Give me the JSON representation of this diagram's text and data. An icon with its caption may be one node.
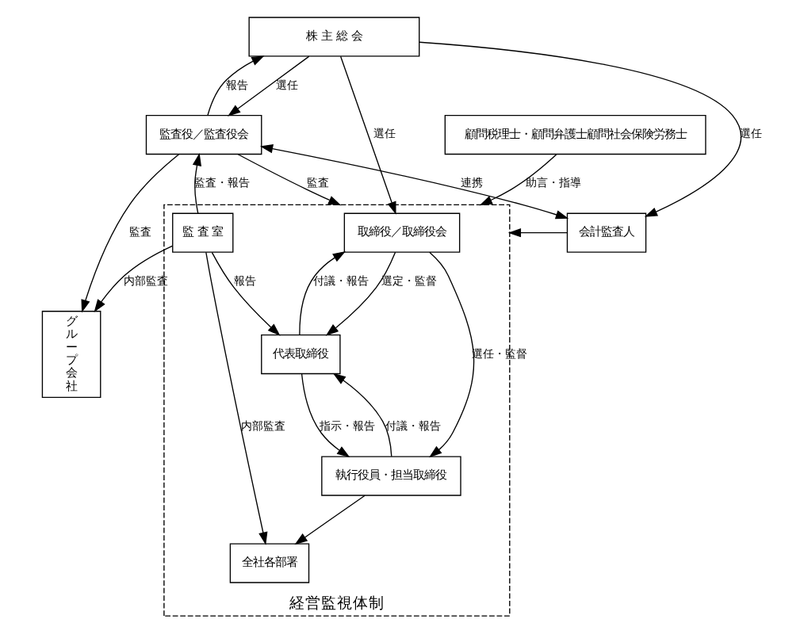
{
  "diagram": {
    "nodes": [
      {
        "text": [
          "株 主 総 会"
        ]
      },
      {
        "text": [
          "グループ会社"
        ]
      },
      {
        "text": [
          "監査役／監査役会"
        ]
      },
      {
        "text": [
          "会計監査人"
        ]
      },
      {
        "text": [
          "顧問税理士・顧問弁護士顧問社会保険労務士"
        ]
      },
      {
        "text": [
          "経営監視体制"
        ]
      },
      {
        "text": [
          "取締役／取締役会"
        ],
        "in": 5
      },
      {
        "text": [
          "代表取締役"
        ],
        "in": 5
      },
      {
        "text": [
          "監 査 室"
        ],
        "in": 5
      },
      {
        "text": [
          "全社各部署"
        ],
        "in": 5
      },
      {
        "text": [
          "執行役員・担当取締役"
        ],
        "in": 5
      }
    ],
    "edges": [
      {
        "from": 0,
        "to": 2,
        "arrow": "to",
        "label": "選任"
      },
      {
        "from": 0,
        "to": 3,
        "arrow": "to",
        "label": "選任"
      },
      {
        "from": 2,
        "to": 0,
        "arrow": "to",
        "label": "報告"
      },
      {
        "from": 0,
        "to": 6,
        "arrow": "to",
        "label": "選任"
      },
      {
        "from": 2,
        "to": 1,
        "arrow": "to",
        "label": "監査"
      },
      {
        "from": 2,
        "to": 5,
        "arrow": "to",
        "label": "監査"
      },
      {
        "from": 2,
        "to": 3,
        "arrow": "both",
        "label": "連携"
      },
      {
        "from": 3,
        "to": 5,
        "arrow": "to"
      },
      {
        "from": 4,
        "to": 5,
        "arrow": "to",
        "label": "助言・指導"
      },
      {
        "from": 8,
        "to": 2,
        "arrow": "to",
        "label": "監査・報告"
      },
      {
        "from": 8,
        "to": 7,
        "arrow": "to",
        "label": "報告"
      },
      {
        "from": 7,
        "to": 6,
        "arrow": "to",
        "label": "付議・報告"
      },
      {
        "from": 6,
        "to": 7,
        "arrow": "to",
        "label": "選定・監督"
      },
      {
        "from": 6,
        "to": 10,
        "arrow": "to",
        "label": "選任・監督"
      },
      {
        "from": 7,
        "to": 10,
        "arrow": "to",
        "label": "指示・報告"
      },
      {
        "from": 10,
        "to": 7,
        "arrow": "to",
        "label": "付議・報告"
      },
      {
        "from": 8,
        "to": 1,
        "arrow": "to",
        "label": "内部監査"
      },
      {
        "from": 8,
        "to": 9,
        "arrow": "to",
        "label": "内部監査"
      },
      {
        "from": 10,
        "to": 9,
        "arrow": "to"
      }
    ]
  }
}
